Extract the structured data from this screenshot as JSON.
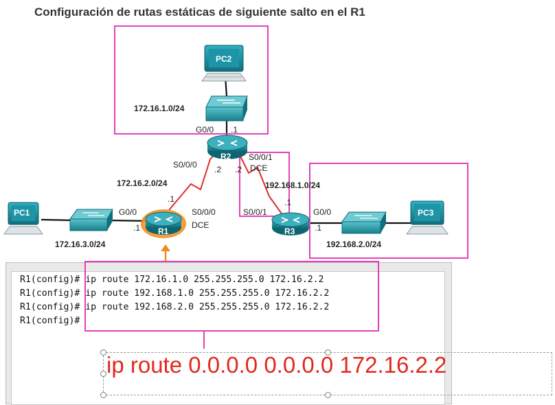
{
  "title": "Configuración de rutas estáticas de siguiente salto en el R1",
  "devices": {
    "pc1": "PC1",
    "pc2": "PC2",
    "pc3": "PC3",
    "r1": "R1",
    "r2": "R2",
    "r3": "R3"
  },
  "networks": {
    "lan_r2": "172.16.1.0/24",
    "wan_r1_r2": "172.16.2.0/24",
    "lan_r1": "172.16.3.0/24",
    "wan_r2_r3": "192.168.1.0/24",
    "lan_r3": "192.168.2.0/24"
  },
  "interfaces": {
    "r2_g00": "G0/0",
    "r2_g00_host": ".1",
    "r2_s000": "S0/0/0",
    "r2_s000_host": ".2",
    "r2_s001": "S0/0/1",
    "r2_s001_host": ".2",
    "r2_dce": "DCE",
    "r1_g00": "G0/0",
    "r1_g00_host": ".1",
    "r1_s000": "S0/0/0",
    "r1_s000_host": ".1",
    "r1_dce": "DCE",
    "r3_s001": "S0/0/1",
    "r3_s001_host": ".1",
    "r3_g00": "G0/0",
    "r3_g00_host": ".1"
  },
  "console": {
    "lines": [
      {
        "prompt": "R1(config)#",
        "command": " ip route 172.16.1.0 255.255.255.0 172.16.2.2"
      },
      {
        "prompt": "R1(config)#",
        "command": " ip route 192.168.1.0 255.255.255.0 172.16.2.2"
      },
      {
        "prompt": "R1(config)#",
        "command": " ip route 192.168.2.0 255.255.255.0 172.16.2.2"
      },
      {
        "prompt": "R1(config)#",
        "command": ""
      }
    ]
  },
  "callout_text": "ip route 0.0.0.0 0.0.0.0 172.16.2.2",
  "colors": {
    "highlight": "#e63fb6",
    "serial_link": "#e02a2a",
    "device": "#1b8a96",
    "selected_router_glow": "#f08a1a",
    "callout_text": "#e0281d"
  }
}
